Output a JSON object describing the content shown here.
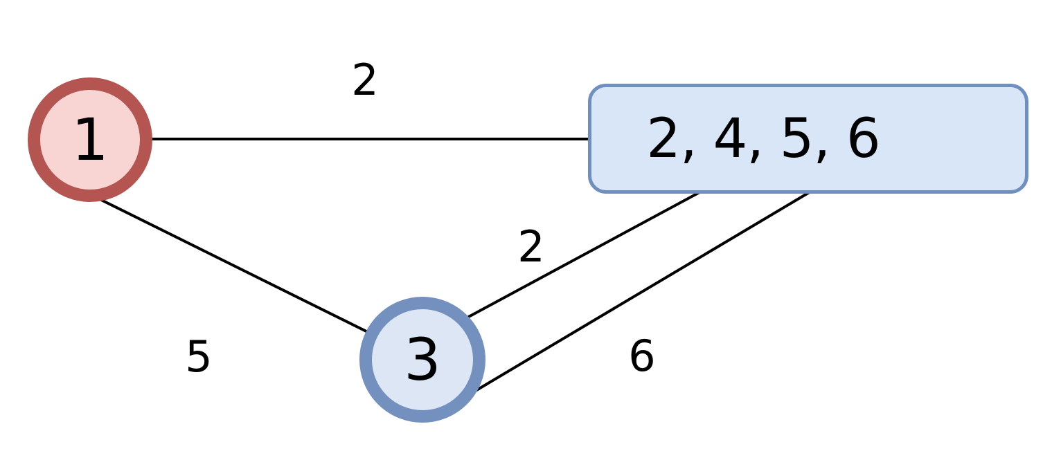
{
  "diagram": {
    "background_color": "#ffffff",
    "edge_color": "#000000",
    "text_color": "#000000",
    "nodes": [
      {
        "id": "1",
        "label": "1",
        "shape": "circle",
        "fill_color": "#f8d5d3",
        "border_color": "#b45552"
      },
      {
        "id": "3",
        "label": "3",
        "shape": "circle",
        "fill_color": "#dce6f5",
        "border_color": "#7390bf"
      },
      {
        "id": "2456",
        "label": "2, 4, 5, 6",
        "shape": "rounded-rectangle",
        "fill_color": "#d8e6f8",
        "border_color": "#6f8fc0"
      }
    ],
    "edges": [
      {
        "from": "1",
        "to": "2456",
        "label": "2"
      },
      {
        "from": "1",
        "to": "3",
        "label": "5"
      },
      {
        "from": "3",
        "to": "2456",
        "label": "2"
      },
      {
        "from": "3",
        "to": "2456",
        "label": "6"
      }
    ]
  }
}
